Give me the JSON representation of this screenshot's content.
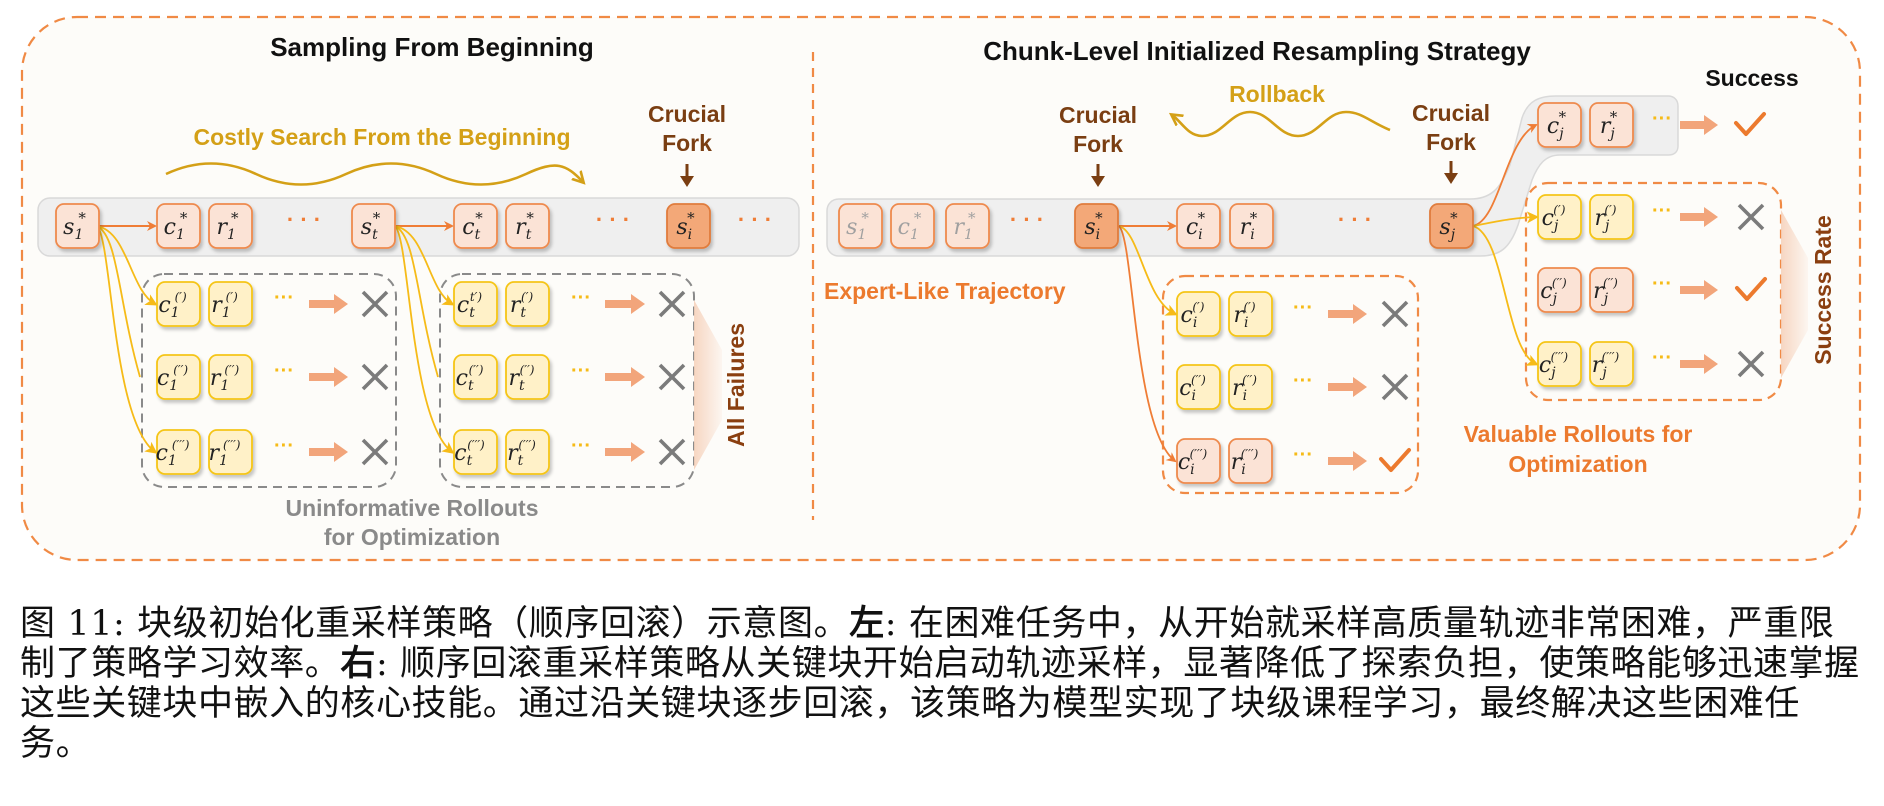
{
  "colors": {
    "panel_bg": "#fdfcf9",
    "outer_border": "#f08a45",
    "divider": "#f08a45",
    "title": "#111111",
    "crucial_fork": "#7a3e12",
    "wave": "#d4a017",
    "orange_label": "#ec7a2e",
    "gray_label": "#8a8a8a",
    "track_bg": "#eeeeee",
    "track_border": "#d9d9d9",
    "box_orange_fill": "#fbe3d6",
    "box_orange_stroke": "#ee8a4e",
    "box_dark_fill": "#f3a878",
    "box_dark_stroke": "#e07c3c",
    "box_yellow_fill": "#fff1c8",
    "box_yellow_stroke": "#f5c518",
    "arrow_orange": "#ef7d36",
    "arrow_yellow": "#f6bb18",
    "fat_arrow": "#f2a57b",
    "cross": "#7b7b7b",
    "check": "#ec7a2e",
    "gray_dash": "#8a8a8a",
    "orange_dash": "#f08a45",
    "faded_text": "#a0a0a0"
  },
  "left_panel": {
    "title": "Sampling From Beginning",
    "costly_label": "Costly Search From the Beginning",
    "crucial_fork": [
      "Crucial",
      "Fork"
    ],
    "side_label": "All Failures",
    "bottom_label": [
      "Uninformative Rollouts",
      "for Optimization"
    ],
    "track": [
      {
        "v": "s",
        "sub": "1",
        "sup": "*",
        "kind": "orange"
      },
      {
        "v": "c",
        "sub": "1",
        "sup": "*",
        "kind": "orange"
      },
      {
        "v": "r",
        "sub": "1",
        "sup": "*",
        "kind": "orange"
      },
      {
        "dots": "· · ·"
      },
      {
        "v": "s",
        "sub": "t",
        "sup": "*",
        "kind": "orange"
      },
      {
        "v": "c",
        "sub": "t",
        "sup": "*",
        "kind": "orange"
      },
      {
        "v": "r",
        "sub": "t",
        "sup": "*",
        "kind": "orange"
      },
      {
        "dots": "· · ·"
      },
      {
        "v": "s",
        "sub": "i",
        "sup": "*",
        "kind": "dark"
      },
      {
        "dots": "· · ·"
      }
    ],
    "groups": [
      {
        "rows": [
          {
            "c": {
              "v": "c",
              "sub": "1",
              "sup": "(′)"
            },
            "r": {
              "v": "r",
              "sub": "1",
              "sup": "(′)"
            },
            "kind": "yellow",
            "dots": "···",
            "result": "fail"
          },
          {
            "c": {
              "v": "c",
              "sub": "1",
              "sup": "(′′)"
            },
            "r": {
              "v": "r",
              "sub": "1",
              "sup": "(′′)"
            },
            "kind": "yellow",
            "dots": "···",
            "result": "fail"
          },
          {
            "c": {
              "v": "c",
              "sub": "1",
              "sup": "(′′′)"
            },
            "r": {
              "v": "r",
              "sub": "1",
              "sup": "(′′′)"
            },
            "kind": "yellow",
            "dots": "···",
            "result": "fail"
          }
        ]
      },
      {
        "rows": [
          {
            "c": {
              "v": "c",
              "sub": "t",
              "sup": "t′)"
            },
            "r": {
              "v": "r",
              "sub": "t",
              "sup": "(′)"
            },
            "kind": "yellow",
            "dots": "···",
            "result": "fail"
          },
          {
            "c": {
              "v": "c",
              "sub": "t",
              "sup": "(′′)"
            },
            "r": {
              "v": "r",
              "sub": "t",
              "sup": "(′′)"
            },
            "kind": "yellow",
            "dots": "···",
            "result": "fail"
          },
          {
            "c": {
              "v": "c",
              "sub": "t",
              "sup": "(′′′)"
            },
            "r": {
              "v": "r",
              "sub": "t",
              "sup": "(′′′)"
            },
            "kind": "yellow",
            "dots": "···",
            "result": "fail"
          }
        ]
      }
    ]
  },
  "right_panel": {
    "title": "Chunk-Level Initialized Resampling Strategy",
    "rollback_label": "Rollback",
    "crucial_fork_i": [
      "Crucial",
      "Fork"
    ],
    "crucial_fork_j": [
      "Crucial",
      "Fork"
    ],
    "success_label": "Success",
    "expert_label": "Expert-Like Trajectory",
    "side_label": "Success Rate",
    "bottom_label": [
      "Valuable Rollouts for",
      "Optimization"
    ],
    "track": [
      {
        "v": "s",
        "sub": "1",
        "sup": "*",
        "kind": "faded"
      },
      {
        "v": "c",
        "sub": "1",
        "sup": "*",
        "kind": "faded"
      },
      {
        "v": "r",
        "sub": "1",
        "sup": "*",
        "kind": "faded"
      },
      {
        "dots": "· · ·"
      },
      {
        "v": "s",
        "sub": "i",
        "sup": "*",
        "kind": "dark"
      },
      {
        "v": "c",
        "sub": "i",
        "sup": "*",
        "kind": "orange"
      },
      {
        "v": "r",
        "sub": "i",
        "sup": "*",
        "kind": "orange"
      },
      {
        "dots": "· · ·"
      },
      {
        "v": "s",
        "sub": "j",
        "sup": "*",
        "kind": "dark"
      }
    ],
    "top_branch": {
      "c": {
        "v": "c",
        "sub": "j",
        "sup": "*"
      },
      "r": {
        "v": "r",
        "sub": "j",
        "sup": "*"
      },
      "kind": "orange",
      "dots": "···",
      "result": "success"
    },
    "group_i": {
      "rows": [
        {
          "c": {
            "v": "c",
            "sub": "i",
            "sup": "(′)"
          },
          "r": {
            "v": "r",
            "sub": "i",
            "sup": "(′)"
          },
          "kind": "yellow",
          "dots": "···",
          "result": "fail"
        },
        {
          "c": {
            "v": "c",
            "sub": "i",
            "sup": "(′′)"
          },
          "r": {
            "v": "r",
            "sub": "i",
            "sup": "(′′)"
          },
          "kind": "yellow",
          "dots": "···",
          "result": "fail"
        },
        {
          "c": {
            "v": "c",
            "sub": "i",
            "sup": "(′′′)"
          },
          "r": {
            "v": "r",
            "sub": "i",
            "sup": "(′′′)"
          },
          "kind": "orange",
          "dots": "···",
          "result": "success"
        }
      ]
    },
    "group_j": {
      "rows": [
        {
          "c": {
            "v": "c",
            "sub": "j",
            "sup": "(′)"
          },
          "r": {
            "v": "r",
            "sub": "j",
            "sup": "(′)"
          },
          "kind": "yellow",
          "dots": "···",
          "result": "fail"
        },
        {
          "c": {
            "v": "c",
            "sub": "j",
            "sup": "(′′)"
          },
          "r": {
            "v": "r",
            "sub": "j",
            "sup": "(′′)"
          },
          "kind": "orange",
          "dots": "···",
          "result": "success"
        },
        {
          "c": {
            "v": "c",
            "sub": "j",
            "sup": "(′′′)"
          },
          "r": {
            "v": "r",
            "sub": "j",
            "sup": "(′′′)"
          },
          "kind": "yellow",
          "dots": "···",
          "result": "fail"
        }
      ]
    }
  },
  "caption": {
    "prefix": "图 11: 块级初始化重采样策略（顺序回滚）示意图。",
    "left_tag": "左",
    "left_text": ": 在困难任务中，从开始就采样高质量轨迹非常困难，严重限制了策略学习效率。",
    "right_tag": "右",
    "right_text": ": 顺序回滚重采样策略从关键块开始启动轨迹采样，显著降低了探索负担，使策略能够迅速掌握这些关键块中嵌入的核心技能。通过沿关键块逐步回滚，该策略为模型实现了块级课程学习，最终解决这些困难任务。"
  }
}
